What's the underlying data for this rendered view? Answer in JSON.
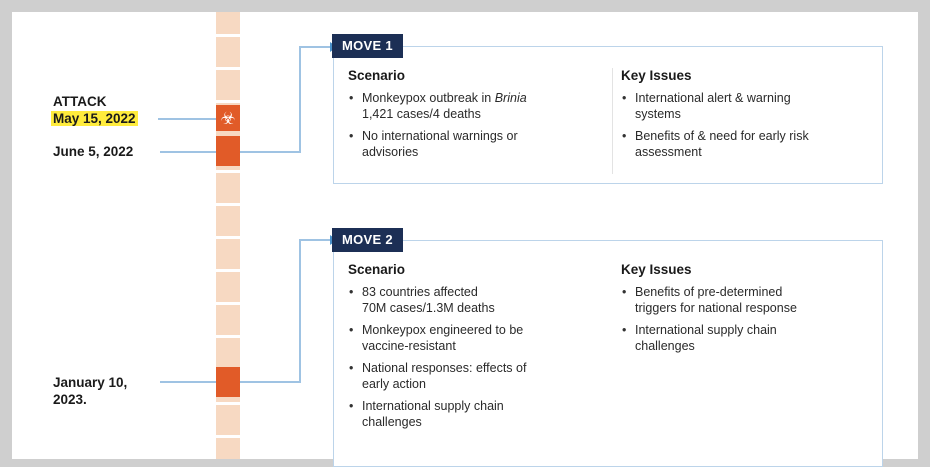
{
  "timeline": {
    "dates": {
      "attack_title": "ATTACK",
      "attack_date": "May 15, 2022",
      "move1_date": "June 5, 2022",
      "move2_date": "January 10, 2023",
      "move2_date_line1": "January 10,",
      "move2_date_line2": "2023."
    },
    "marker_colors": {
      "track": "#f7d9c2",
      "event": "#e15b28"
    },
    "icons": {
      "attack_marker": "biohazard-icon",
      "biohazard_glyph": "☣"
    }
  },
  "moves": [
    {
      "tab_label": "MOVE 1",
      "scenario_heading": "Scenario",
      "scenario_items": [
        {
          "line1_prefix": "Monkeypox outbreak in ",
          "line1_emph": "Brinia",
          "line2": "1,421 cases/4 deaths"
        },
        {
          "line1": "No international warnings or",
          "line2": "advisories"
        }
      ],
      "issues_heading": "Key Issues",
      "issues_items": [
        {
          "line1": "International alert & warning",
          "line2": "systems"
        },
        {
          "line1": "Benefits of & need for early risk",
          "line2": "assessment"
        }
      ]
    },
    {
      "tab_label": "MOVE 2",
      "scenario_heading": "Scenario",
      "scenario_items": [
        {
          "line1": "83 countries affected",
          "line2": "70M cases/1.3M deaths"
        },
        {
          "line1": "Monkeypox engineered to be",
          "line2": "vaccine-resistant"
        },
        {
          "line1": "National responses: effects of",
          "line2": "early action"
        },
        {
          "line1": "International supply chain",
          "line2": "challenges"
        }
      ],
      "issues_heading": "Key Issues",
      "issues_items": [
        {
          "line1": "Benefits of pre-determined",
          "line2": "triggers for national response"
        },
        {
          "line1": "International supply chain",
          "line2": "challenges"
        }
      ]
    }
  ],
  "colors": {
    "tab_background": "#1c2f55",
    "connector": "#9fc3e3",
    "highlight": "#ffec3d",
    "panel_border": "#bcd4ea"
  }
}
